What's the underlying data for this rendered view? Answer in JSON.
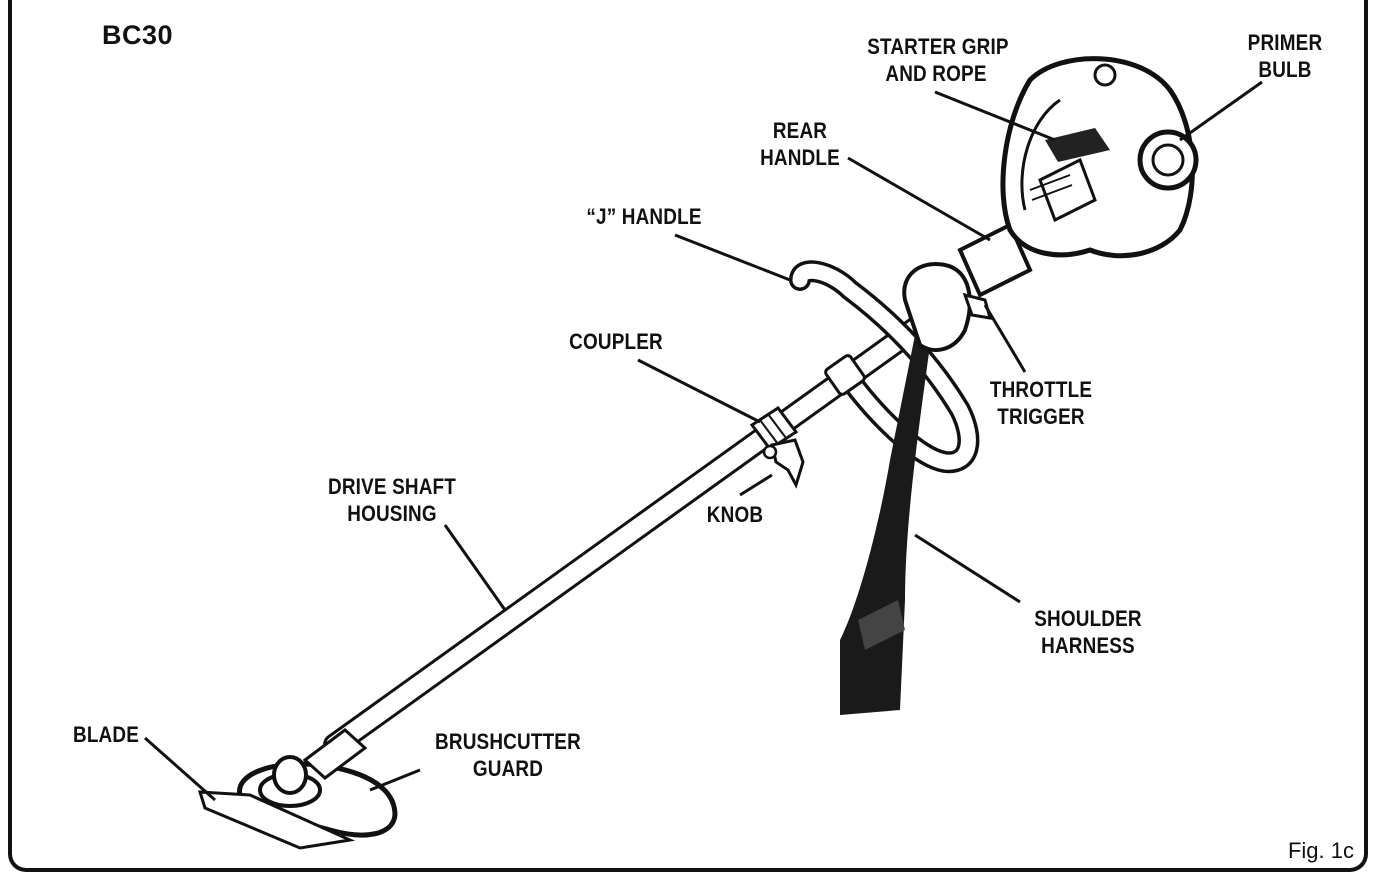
{
  "model": "BC30",
  "figure": "Fig. 1c",
  "labels": {
    "starter_grip": [
      "STARTER GRIP",
      "AND ROPE"
    ],
    "primer_bulb": [
      "PRIMER",
      "BULB"
    ],
    "rear_handle": [
      "REAR",
      "HANDLE"
    ],
    "j_handle": [
      "“J” HANDLE"
    ],
    "coupler": [
      "COUPLER"
    ],
    "throttle_trigger": [
      "THROTTLE",
      "TRIGGER"
    ],
    "drive_shaft_housing": [
      "DRIVE SHAFT",
      "HOUSING"
    ],
    "knob": [
      "KNOB"
    ],
    "shoulder_harness": [
      "SHOULDER",
      "HARNESS"
    ],
    "blade": [
      "BLADE"
    ],
    "brushcutter_guard": [
      "BRUSHCUTTER",
      "GUARD"
    ]
  }
}
